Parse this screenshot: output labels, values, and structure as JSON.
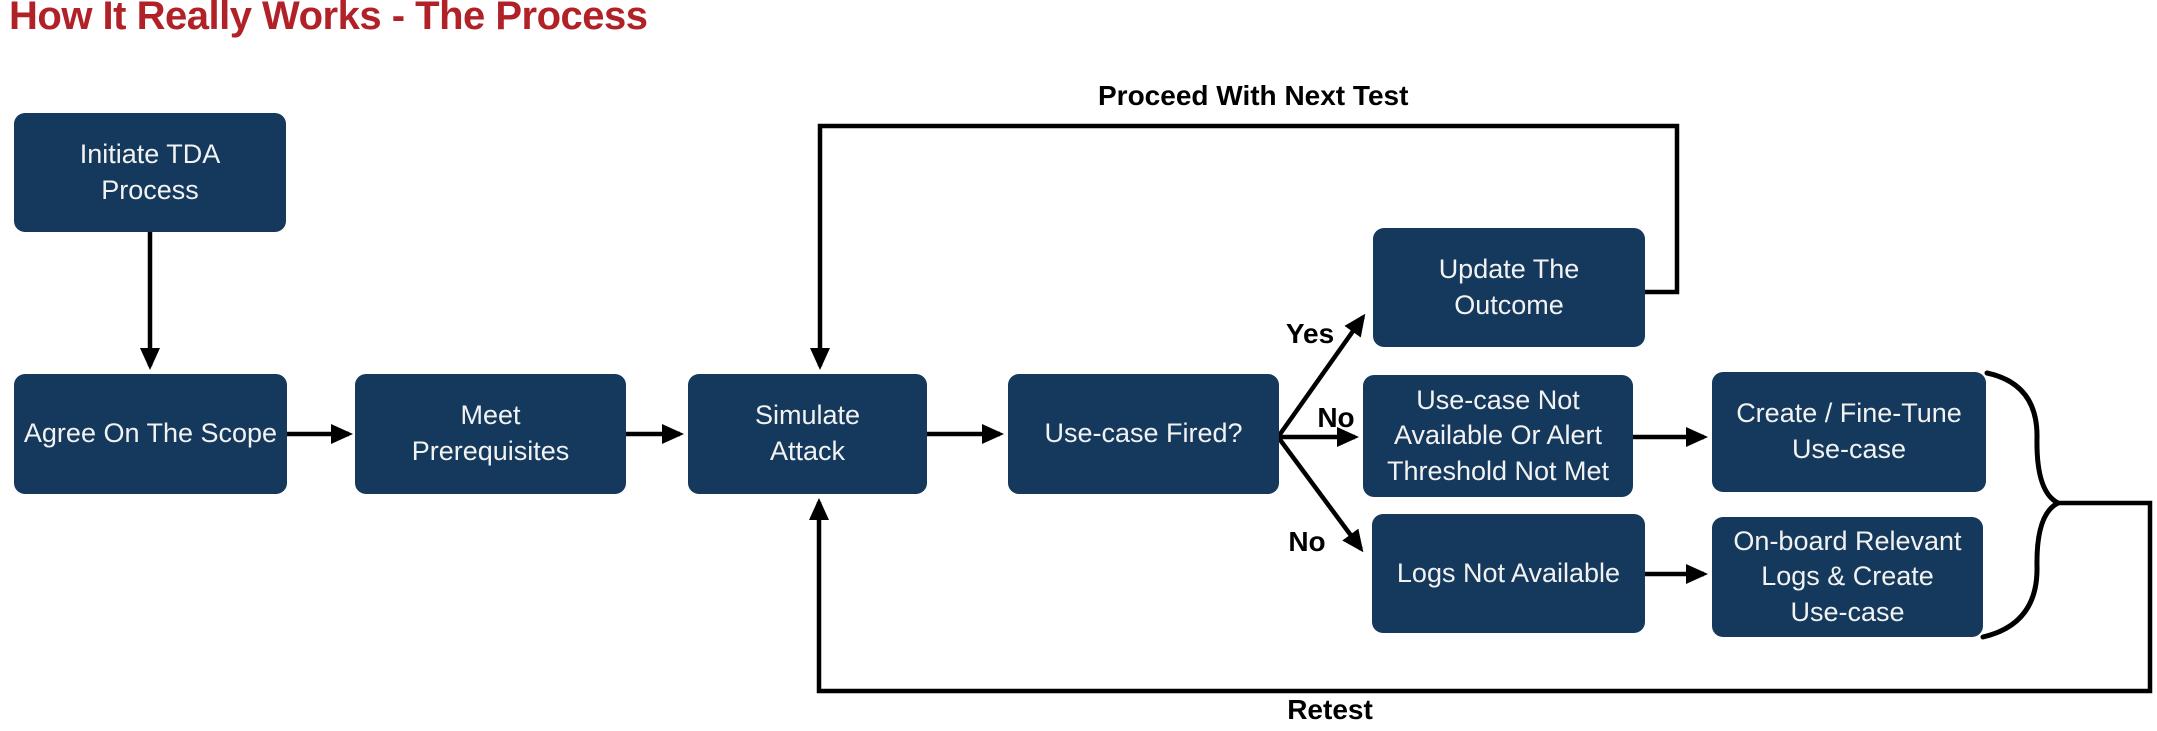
{
  "title": {
    "text": "How It Really Works - The Process"
  },
  "colors": {
    "title": "#B12228",
    "node_fill": "#14395C",
    "node_text": "#F2F2F2",
    "line": "#000000",
    "background": "#FFFFFF"
  },
  "nodes": {
    "initiate": {
      "lines": [
        "Initiate TDA",
        "Process"
      ]
    },
    "agree": {
      "lines": [
        "Agree On The Scope"
      ]
    },
    "meet": {
      "lines": [
        "Meet",
        "Prerequisites"
      ]
    },
    "simulate": {
      "lines": [
        "Simulate",
        "Attack"
      ]
    },
    "fired": {
      "lines": [
        "Use-case Fired?"
      ]
    },
    "update": {
      "lines": [
        "Update The",
        "Outcome"
      ]
    },
    "usecase_not_available": {
      "lines": [
        "Use-case Not",
        "Available Or Alert",
        "Threshold Not Met"
      ]
    },
    "create_finetune": {
      "lines": [
        "Create / Fine-Tune",
        "Use-case"
      ]
    },
    "logs_not_available": {
      "lines": [
        "Logs Not Available"
      ]
    },
    "onboard": {
      "lines": [
        "On-board Relevant",
        "Logs & Create",
        "Use-case"
      ]
    }
  },
  "edge_labels": {
    "proceed": "Proceed With Next Test",
    "retest": "Retest",
    "yes": "Yes",
    "no_middle": "No",
    "no_bottom": "No"
  },
  "edges": [
    {
      "from": "initiate",
      "to": "agree",
      "label": ""
    },
    {
      "from": "agree",
      "to": "meet",
      "label": ""
    },
    {
      "from": "meet",
      "to": "simulate",
      "label": ""
    },
    {
      "from": "simulate",
      "to": "fired",
      "label": ""
    },
    {
      "from": "fired",
      "to": "update",
      "label": "Yes"
    },
    {
      "from": "fired",
      "to": "usecase_not_available",
      "label": "No"
    },
    {
      "from": "fired",
      "to": "logs_not_available",
      "label": "No"
    },
    {
      "from": "usecase_not_available",
      "to": "create_finetune",
      "label": ""
    },
    {
      "from": "logs_not_available",
      "to": "onboard",
      "label": ""
    },
    {
      "from": "update",
      "to": "simulate",
      "label": "Proceed With Next Test"
    },
    {
      "from": "create_finetune",
      "to": "simulate",
      "label": "Retest"
    },
    {
      "from": "onboard",
      "to": "simulate",
      "label": "Retest"
    }
  ]
}
